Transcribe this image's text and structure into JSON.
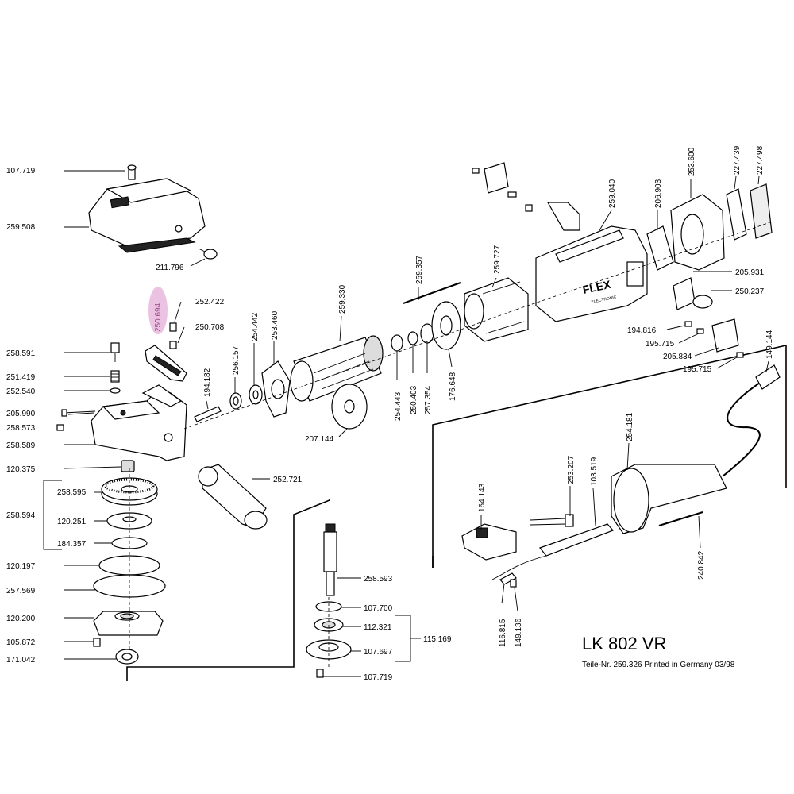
{
  "title": "LK 802 VR",
  "subtitle": "Teile-Nr. 259.326 Printed in Germany 03/98",
  "brand_logo": "FLEX",
  "brand_sub": "ELECTRONIC",
  "highlight_color": "#e9b7dd",
  "labels": {
    "p107719a": "107.719",
    "p259508": "259.508",
    "p211796": "211.796",
    "p250694": "250.694",
    "p252422": "252.422",
    "p250708": "250.708",
    "p258591": "258.591",
    "p251419": "251.419",
    "p252540": "252.540",
    "p205990": "205.990",
    "p258573": "258.573",
    "p258589": "258.589",
    "p120375": "120.375",
    "p258594": "258.594",
    "p258595": "258.595",
    "p120251": "120.251",
    "p184357": "184.357",
    "p120197": "120.197",
    "p257569": "257.569",
    "p120200": "120.200",
    "p105872": "105.872",
    "p171042": "171.042",
    "p194182": "194.182",
    "p256157": "256.157",
    "p254442": "254.442",
    "p253460": "253.460",
    "p259330": "259.330",
    "p207144": "207.144",
    "p254443": "254.443",
    "p250403": "250.403",
    "p257354": "257.354",
    "p176648": "176.648",
    "p259357": "259.357",
    "p259727": "259.727",
    "p259040": "259.040",
    "p206903": "206.903",
    "p253600": "253.600",
    "p227439": "227.439",
    "p227498": "227.498",
    "p205931": "205.931",
    "p250237": "250.237",
    "p194816": "194.816",
    "p195715a": "195.715",
    "p205834": "205.834",
    "p195715b": "195.715",
    "p149144": "149.144",
    "p252721": "252.721",
    "p258593": "258.593",
    "p107700": "107.700",
    "p112321": "112.321",
    "p115169": "115.169",
    "p107697": "107.697",
    "p107719b": "107.719",
    "p164143": "164.143",
    "p253207": "253.207",
    "p103519": "103.519",
    "p254181": "254.181",
    "p240842": "240.842",
    "p116815": "116.815",
    "p149136": "149.136"
  }
}
